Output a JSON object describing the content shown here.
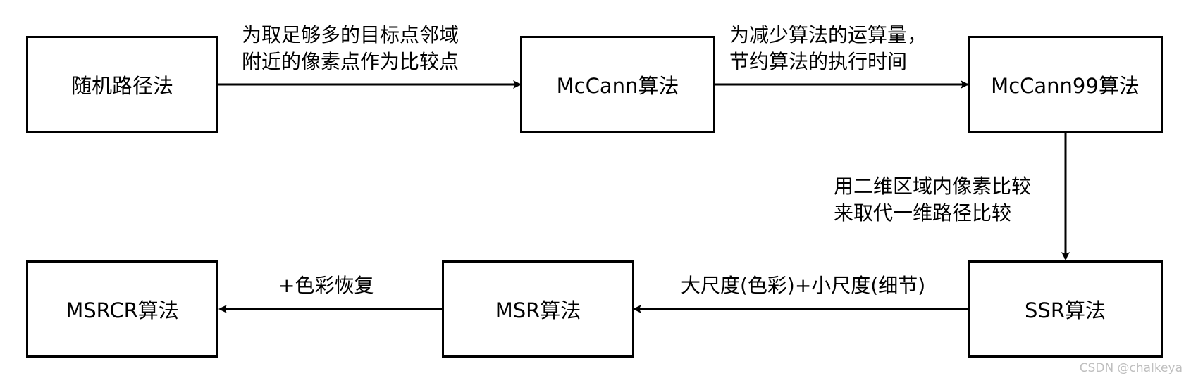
{
  "nodes": {
    "random_path": "随机路径法",
    "mccann": "McCann算法",
    "mccann99": "McCann99算法",
    "ssr": "SSR算法",
    "msr": "MSR算法",
    "msrcr": "MSRCR算法"
  },
  "edges": {
    "random_to_mccann": [
      "为取足够多的目标点邻域",
      "附近的像素点作为比较点"
    ],
    "mccann_to_99": [
      "为减少算法的运算量，",
      "节约算法的执行时间"
    ],
    "mccann99_to_ssr": [
      "用二维区域内像素比较",
      "来取代一维路径比较"
    ],
    "ssr_to_msr": [
      "大尺度(色彩)+小尺度(细节)"
    ],
    "msr_to_msrcr": [
      "+色彩恢复"
    ]
  },
  "watermark": "CSDN @chalkeya"
}
